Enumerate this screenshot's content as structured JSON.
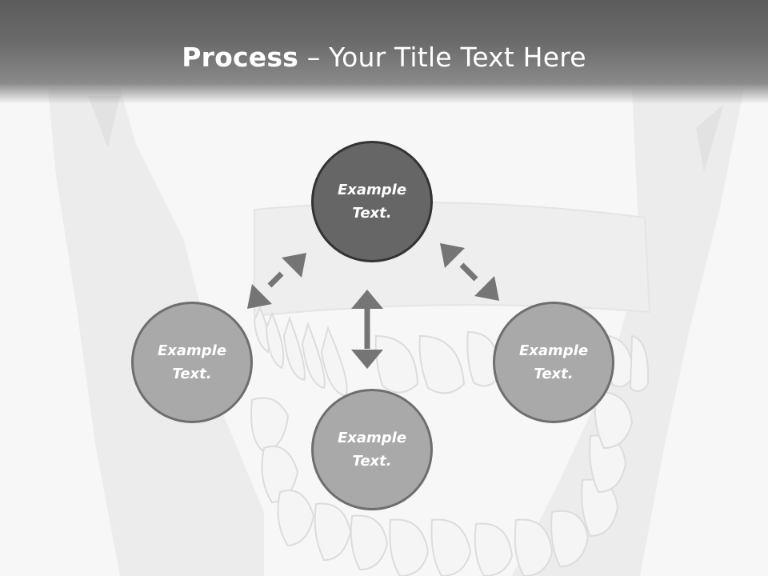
{
  "title": {
    "bold": "Process",
    "rest": " – Your Title Text Here"
  },
  "nodes": {
    "top": {
      "line1": "Example",
      "line2": "Text."
    },
    "left": {
      "line1": "Example",
      "line2": "Text."
    },
    "right": {
      "line1": "Example",
      "line2": "Text."
    },
    "bottom": {
      "line1": "Example",
      "line2": "Text."
    }
  },
  "colors": {
    "title_bar": "#5c5c5c",
    "node_dark": "#666666",
    "node_light": "#a9a9a9",
    "arrow": "#757575"
  }
}
